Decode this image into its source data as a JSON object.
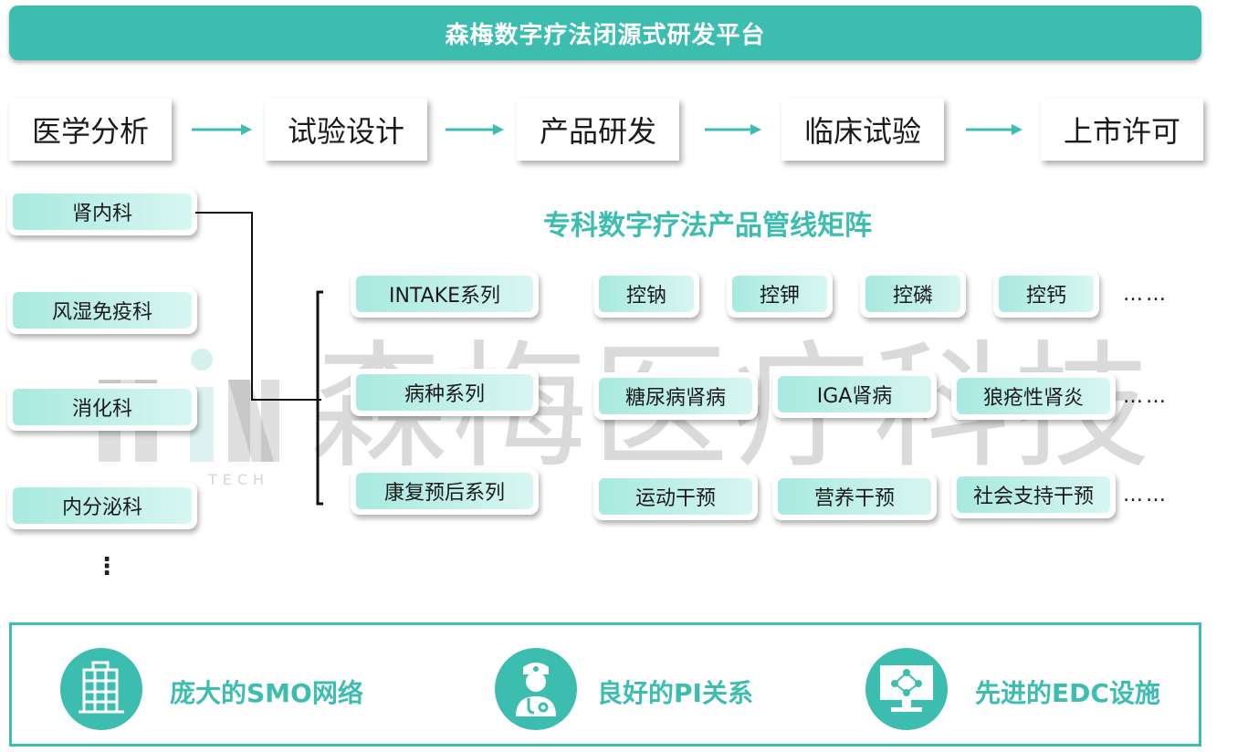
{
  "title": "森梅数字疗法闭源式研发平台",
  "process_steps": [
    "医学分析",
    "试验设计",
    "产品研发",
    "临床试验",
    "上市许可"
  ],
  "departments": [
    "肾内科",
    "风湿免疫科",
    "消化科",
    "内分泌科"
  ],
  "departments_more": "⋮",
  "matrix_title": "专科数字疗法产品管线矩阵",
  "series": [
    {
      "label": "INTAKE系列",
      "items": [
        "控钠",
        "控钾",
        "控磷",
        "控钙"
      ]
    },
    {
      "label": "病种系列",
      "items": [
        "糖尿病肾病",
        "IGA肾病",
        "狼疮性肾炎"
      ]
    },
    {
      "label": "康复预后系列",
      "items": [
        "运动干预",
        "营养干预",
        "社会支持干预"
      ]
    }
  ],
  "row_more": "……",
  "watermark": {
    "text": "森梅医疗科技",
    "logo_sub": "TECH"
  },
  "features": [
    {
      "label": "庞大的SMO网络",
      "icon": "building-icon"
    },
    {
      "label": "良好的PI关系",
      "icon": "doctor-icon"
    },
    {
      "label": "先进的EDC设施",
      "icon": "monitor-network-icon"
    }
  ],
  "colors": {
    "accent": "#3dbdb0",
    "chip_light": "#d8f6f1",
    "chip_mid": "#a8e9df"
  }
}
